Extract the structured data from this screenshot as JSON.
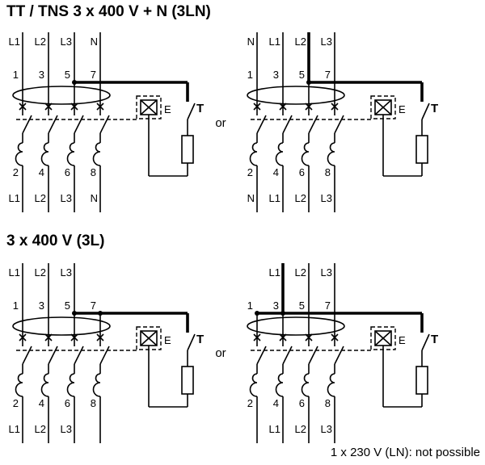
{
  "section1": {
    "title": "TT / TNS 3 x 400 V + N (3LN)"
  },
  "section2": {
    "title": "3 x 400 V (3L)"
  },
  "or_label": "or",
  "note": "1 x 230 V (LN): not possible",
  "shared": {
    "top_terminals": [
      "1",
      "3",
      "5",
      "7"
    ],
    "bottom_terminals": [
      "2",
      "4",
      "6",
      "8"
    ],
    "electronics_label": "E",
    "test_button_label": "T"
  },
  "diagrams": [
    {
      "id": "3ln-left",
      "top_labels": [
        "L1",
        "L2",
        "L3",
        "N"
      ],
      "bottom_labels": [
        "L1",
        "L2",
        "L3",
        "N"
      ],
      "tap_from_pole": 3,
      "bold_pole": null,
      "dot_poles": [
        3
      ],
      "no_top_poles": []
    },
    {
      "id": "3ln-right",
      "top_labels": [
        "N",
        "L1",
        "L2",
        "L3"
      ],
      "bottom_labels": [
        "N",
        "L1",
        "L2",
        "L3"
      ],
      "tap_from_pole": 3,
      "bold_pole": 3,
      "dot_poles": [
        3
      ],
      "no_top_poles": []
    },
    {
      "id": "3l-left",
      "top_labels": [
        "L1",
        "L2",
        "L3",
        ""
      ],
      "bottom_labels": [
        "L1",
        "L2",
        "L3",
        ""
      ],
      "tap_from_pole": 3,
      "bold_pole": null,
      "dot_poles": [
        3,
        4
      ],
      "no_top_poles": [
        4
      ]
    },
    {
      "id": "3l-right",
      "top_labels": [
        "",
        "L1",
        "L2",
        "L3"
      ],
      "bottom_labels": [
        "",
        "L1",
        "L2",
        "L3"
      ],
      "tap_from_pole": 1,
      "bold_pole": 2,
      "dot_poles": [
        1,
        2
      ],
      "no_top_poles": [
        1
      ]
    }
  ]
}
